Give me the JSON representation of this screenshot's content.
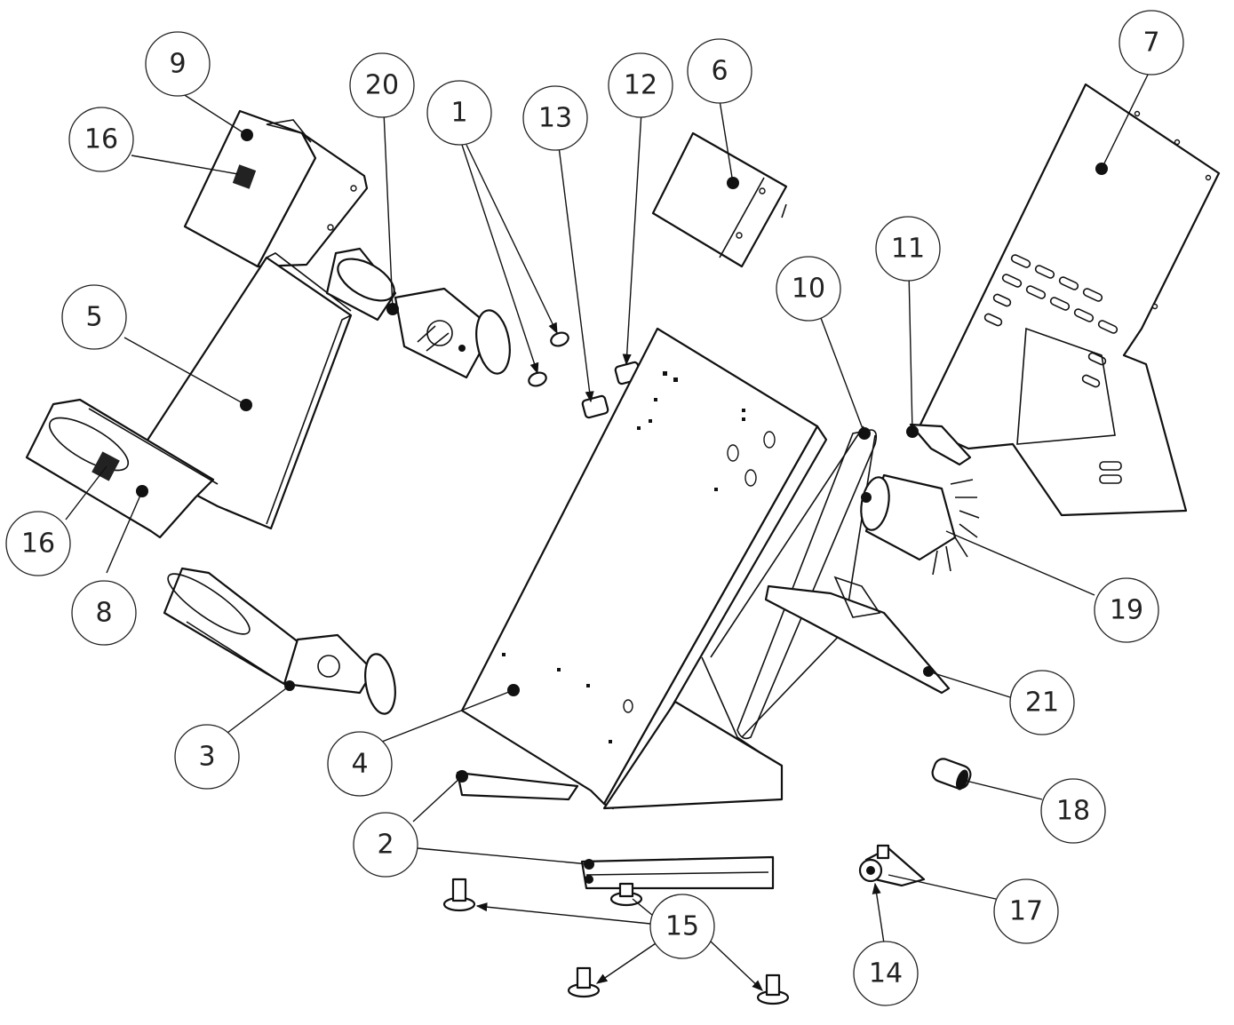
{
  "callouts": [
    {
      "id": "c9",
      "label": "9"
    },
    {
      "id": "c16a",
      "label": "16"
    },
    {
      "id": "c20",
      "label": "20"
    },
    {
      "id": "c1",
      "label": "1"
    },
    {
      "id": "c13",
      "label": "13"
    },
    {
      "id": "c12",
      "label": "12"
    },
    {
      "id": "c6",
      "label": "6"
    },
    {
      "id": "c7",
      "label": "7"
    },
    {
      "id": "c11",
      "label": "11"
    },
    {
      "id": "c10",
      "label": "10"
    },
    {
      "id": "c5",
      "label": "5"
    },
    {
      "id": "c16b",
      "label": "16"
    },
    {
      "id": "c8",
      "label": "8"
    },
    {
      "id": "c19",
      "label": "19"
    },
    {
      "id": "c3",
      "label": "3"
    },
    {
      "id": "c4",
      "label": "4"
    },
    {
      "id": "c21",
      "label": "21"
    },
    {
      "id": "c18",
      "label": "18"
    },
    {
      "id": "c2",
      "label": "2"
    },
    {
      "id": "c17",
      "label": "17"
    },
    {
      "id": "c15",
      "label": "15"
    },
    {
      "id": "c14",
      "label": "14"
    }
  ]
}
